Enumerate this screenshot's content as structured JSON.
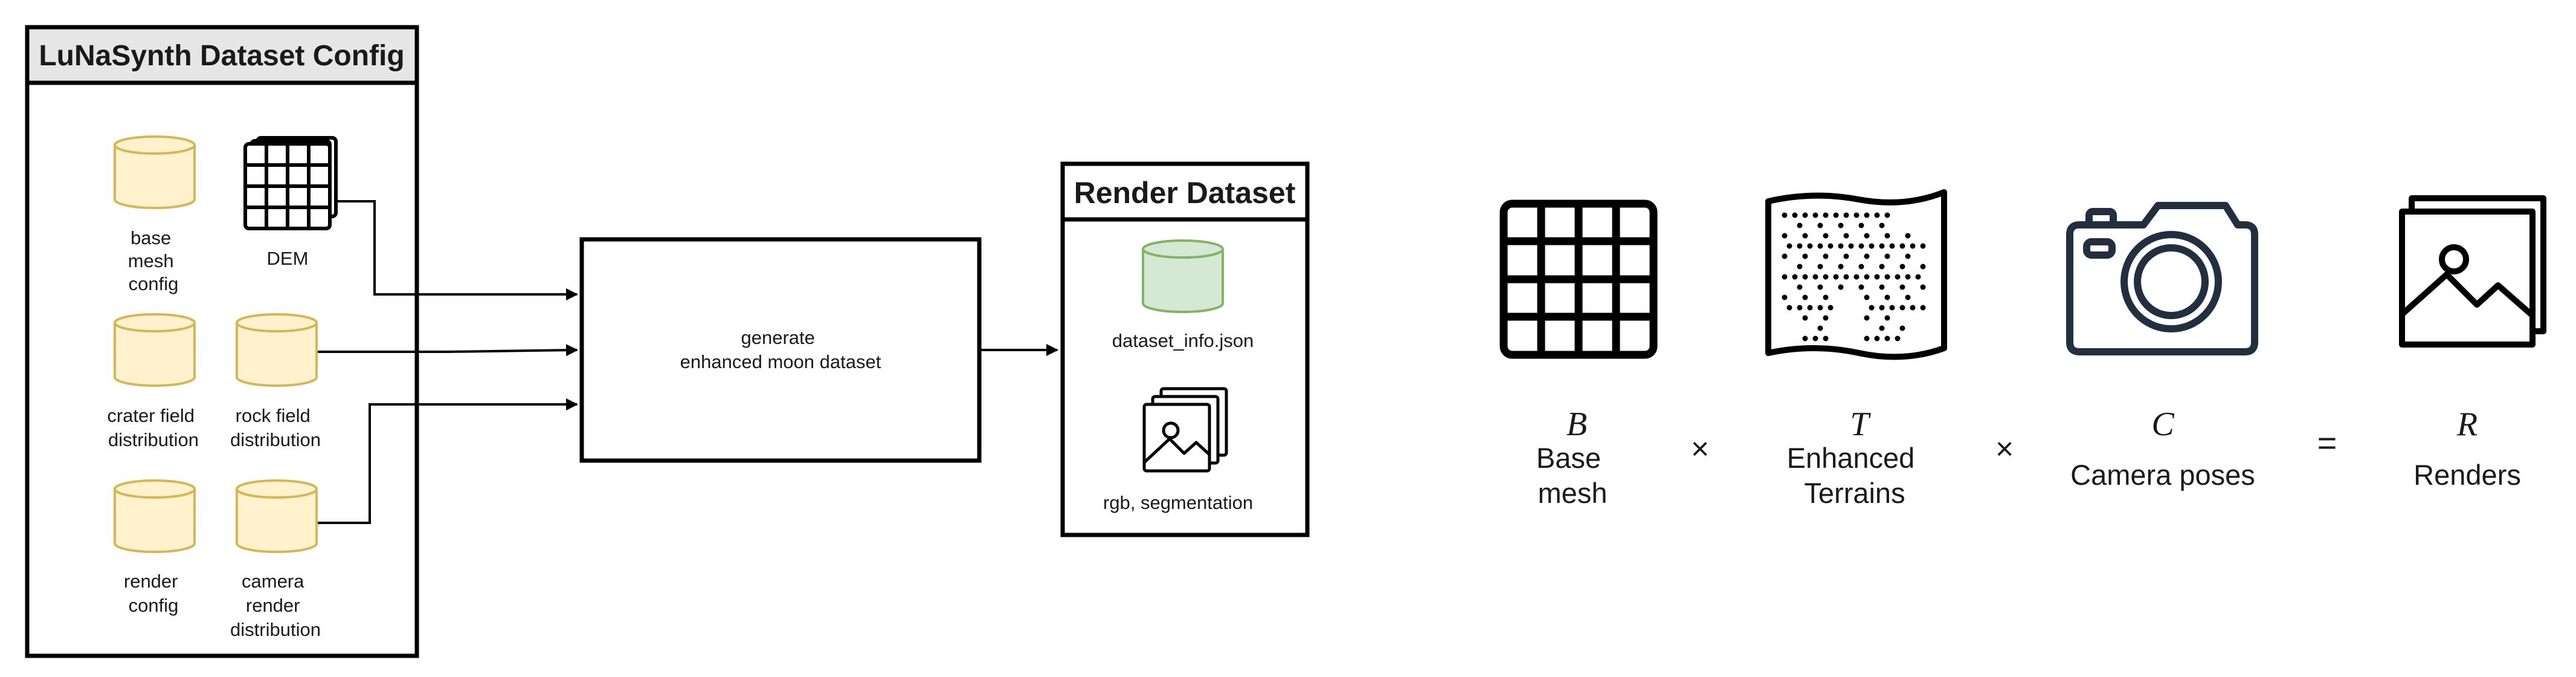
{
  "config_panel": {
    "title": "LuNaSynth Dataset Config",
    "items": {
      "base_mesh_config": [
        "base",
        "mesh",
        "config"
      ],
      "dem": [
        "DEM"
      ],
      "crater_field": [
        "crater field",
        "distribution"
      ],
      "rock_field": [
        "rock field",
        "distribution"
      ],
      "render_config": [
        "render",
        "config"
      ],
      "camera_render": [
        "camera",
        "render",
        "distribution"
      ]
    }
  },
  "generator": {
    "lines": [
      "generate",
      "enhanced moon dataset"
    ]
  },
  "render_panel": {
    "title": "Render Dataset",
    "items": {
      "dataset_info": [
        "dataset_info.json"
      ],
      "images": [
        "rgb, segmentation"
      ]
    }
  },
  "equation": {
    "terms": [
      {
        "symbol": "B",
        "label": [
          "Base",
          "mesh"
        ],
        "icon": "grid-icon"
      },
      {
        "symbol": "T",
        "label": [
          "Enhanced",
          "Terrains"
        ],
        "icon": "terrain-map-icon"
      },
      {
        "symbol": "C",
        "label": [
          "Camera poses"
        ],
        "icon": "camera-icon"
      },
      {
        "symbol": "R",
        "label": [
          "Renders"
        ],
        "icon": "image-stack-icon"
      }
    ],
    "operators": [
      "×",
      "×",
      "="
    ]
  },
  "colors": {
    "db_yellow_fill": "#fff2cc",
    "db_yellow_stroke": "#d6b656",
    "db_green_fill": "#d5e8d4",
    "db_green_stroke": "#82b366",
    "panel_header": "#e6e6e6",
    "icon_dark": "#232f3e"
  }
}
